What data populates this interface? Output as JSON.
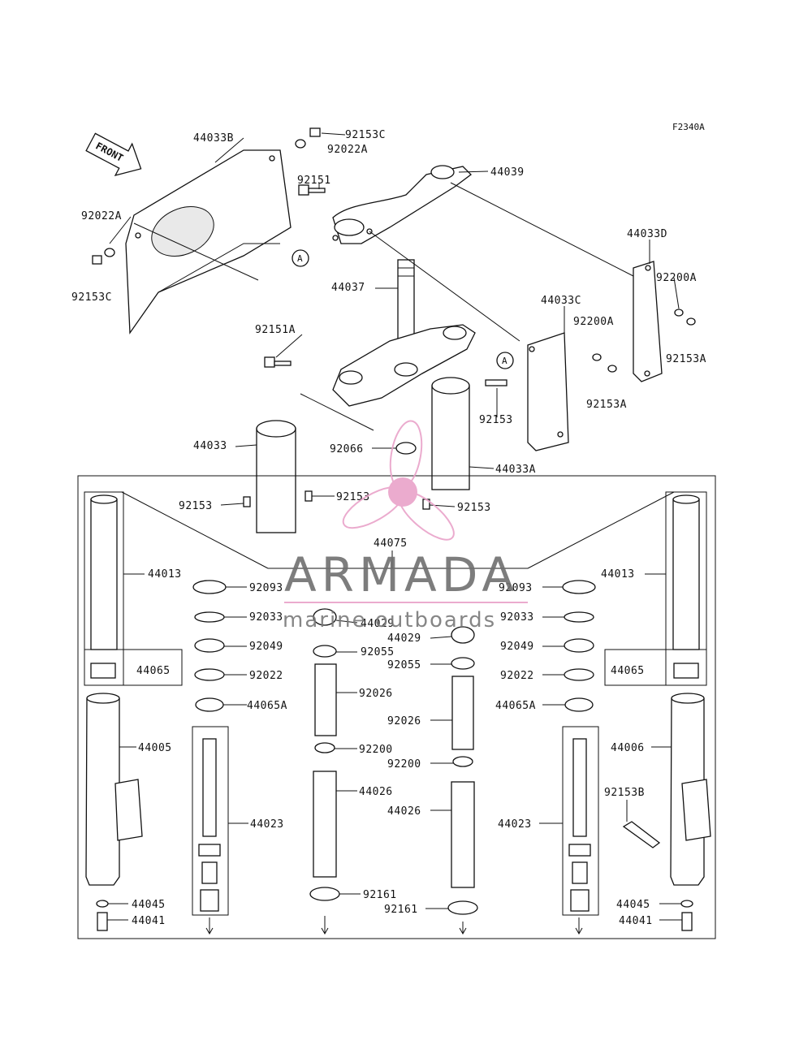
{
  "diagram": {
    "ref_code": "F2340A",
    "front_label": "FRONT",
    "circle_marker": "A",
    "labels": {
      "l_44033B": "44033B",
      "l_92153C_top": "92153C",
      "l_92022A_top": "92022A",
      "l_92151": "92151",
      "l_44039": "44039",
      "l_92022A_left": "92022A",
      "l_92153C_left": "92153C",
      "l_44033D": "44033D",
      "l_92200A_r": "92200A",
      "l_92153A_r": "92153A",
      "l_44037": "44037",
      "l_44033C": "44033C",
      "l_92200A_m": "92200A",
      "l_92151A": "92151A",
      "l_92153A_m": "92153A",
      "l_92153_mid": "92153",
      "l_44033": "44033",
      "l_92066": "92066",
      "l_44033A": "44033A",
      "l_92153_l": "92153",
      "l_92153_c": "92153",
      "l_92153_r": "92153",
      "l_44075": "44075",
      "l_44013_l": "44013",
      "l_44013_r": "44013",
      "l_92093_l": "92093",
      "l_92093_r": "92093",
      "l_92033_l": "92033",
      "l_92033_r": "92033",
      "l_44029_l": "44029",
      "l_44029_r": "44029",
      "l_92049_l": "92049",
      "l_92049_r": "92049",
      "l_92055_l": "92055",
      "l_92055_r": "92055",
      "l_44065_l": "44065",
      "l_44065_r": "44065",
      "l_92022_l": "92022",
      "l_92022_r": "92022",
      "l_92026_l": "92026",
      "l_92026_r": "92026",
      "l_44065A_l": "44065A",
      "l_44065A_r": "44065A",
      "l_44005": "44005",
      "l_44006": "44006",
      "l_92200_l": "92200",
      "l_92200_r": "92200",
      "l_44026_l": "44026",
      "l_44026_r": "44026",
      "l_92153B": "92153B",
      "l_44023_l": "44023",
      "l_44023_r": "44023",
      "l_92161_l": "92161",
      "l_92161_r": "92161",
      "l_44045_l": "44045",
      "l_44045_r": "44045",
      "l_44041_l": "44041",
      "l_44041_r": "44041"
    }
  },
  "watermark": {
    "title": "ARMADA",
    "subtitle": "marine outboards",
    "accent_color": "#e9a3c9"
  }
}
